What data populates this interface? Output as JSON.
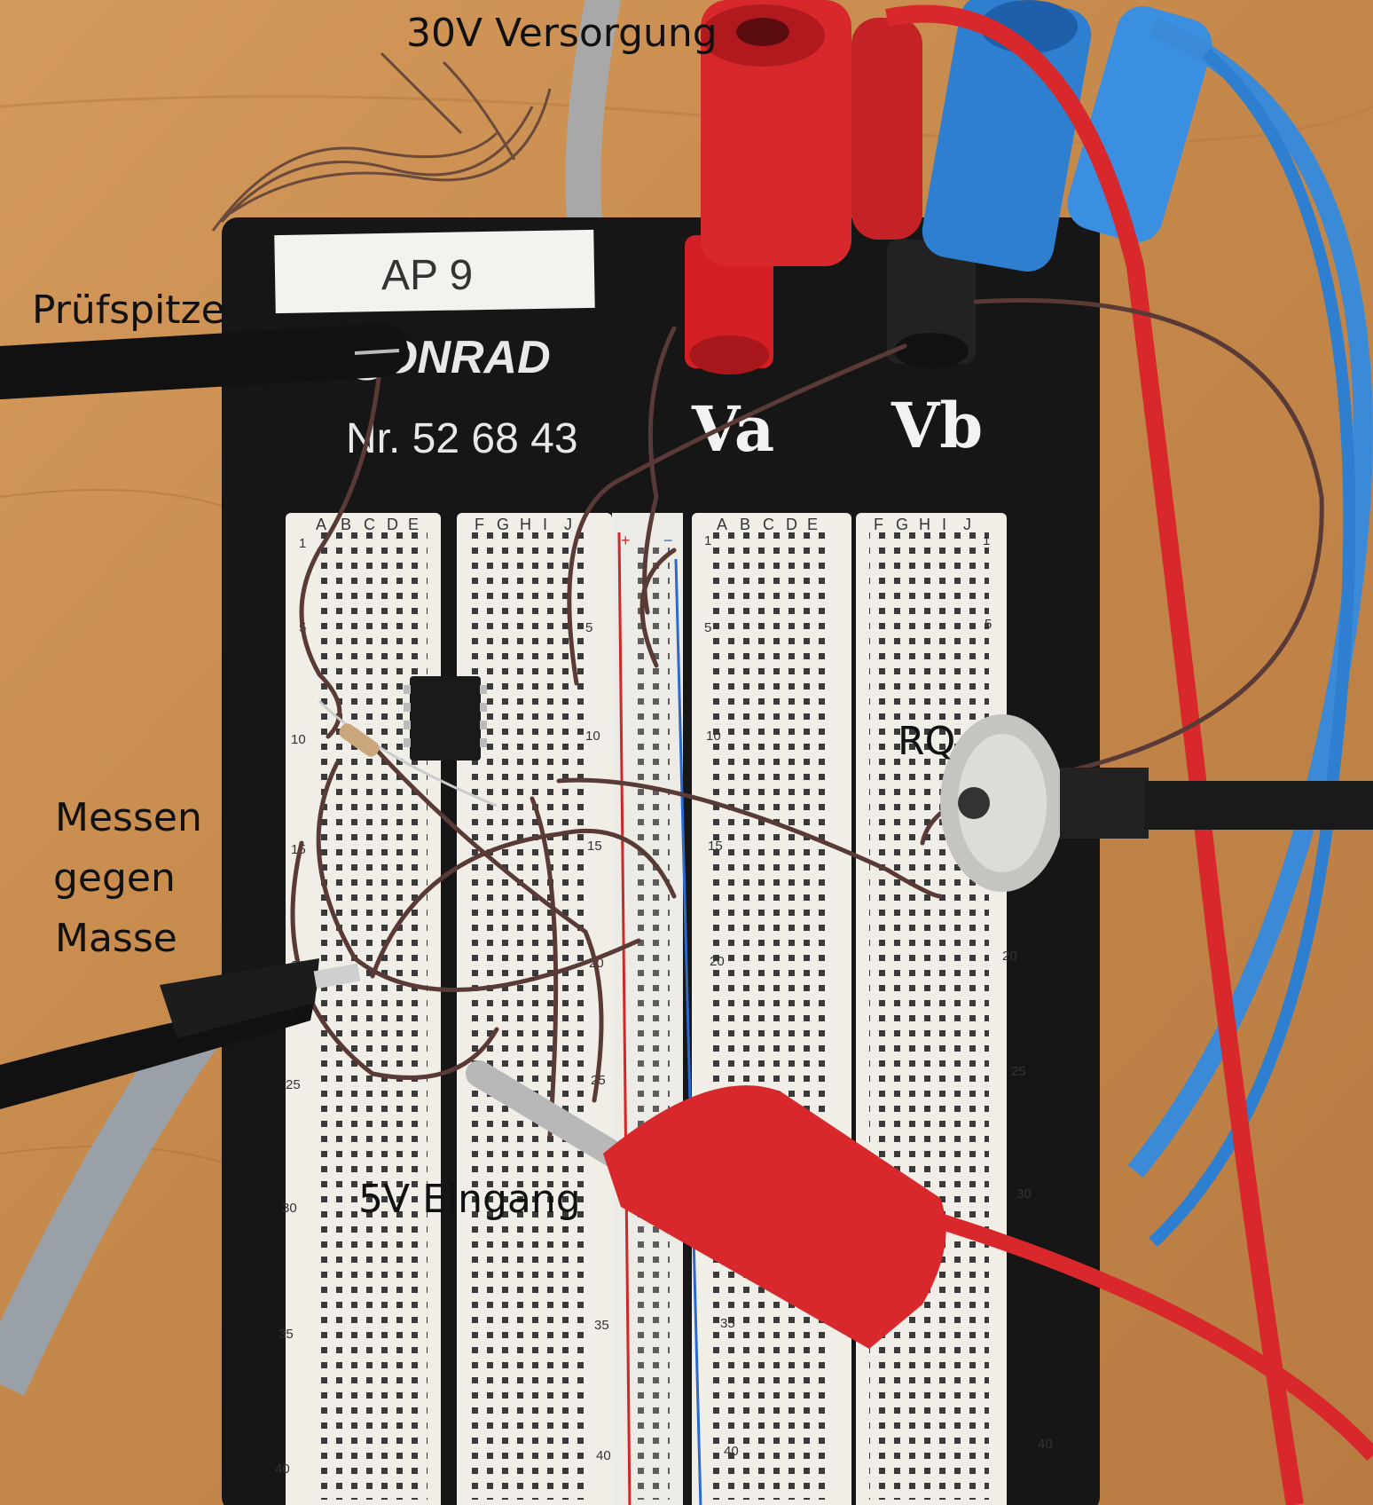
{
  "annotations": {
    "supply": "30V Versorgung",
    "probe": "Prüfspitze",
    "measure_line1": "Messen",
    "measure_line2": "gegen",
    "measure_line3": "Masse",
    "rq": "RQ",
    "input": "5V Eingang"
  },
  "board": {
    "tag": "AP 9",
    "brand": "ONRAD",
    "brand_initial": "C",
    "part_no": "Nr. 52 68 43",
    "terminal_a": "Va",
    "terminal_b": "Vb",
    "col_labels_left": [
      "A",
      "B",
      "C",
      "D",
      "E"
    ],
    "col_labels_right": [
      "F",
      "G",
      "H",
      "I",
      "J"
    ],
    "rail_plus": "+",
    "rail_minus": "−",
    "row_numbers": [
      "1",
      "5",
      "10",
      "15",
      "20",
      "25",
      "30",
      "35",
      "40"
    ]
  },
  "colors": {
    "table": "#c98b4e",
    "board": "#161616",
    "strip": "#f1eee8",
    "wire": "#5a3a36",
    "red_plug": "#d8282c",
    "blue_plug": "#2e7fd0",
    "red_rail": "#d02828",
    "blue_rail": "#2a6ad0"
  }
}
